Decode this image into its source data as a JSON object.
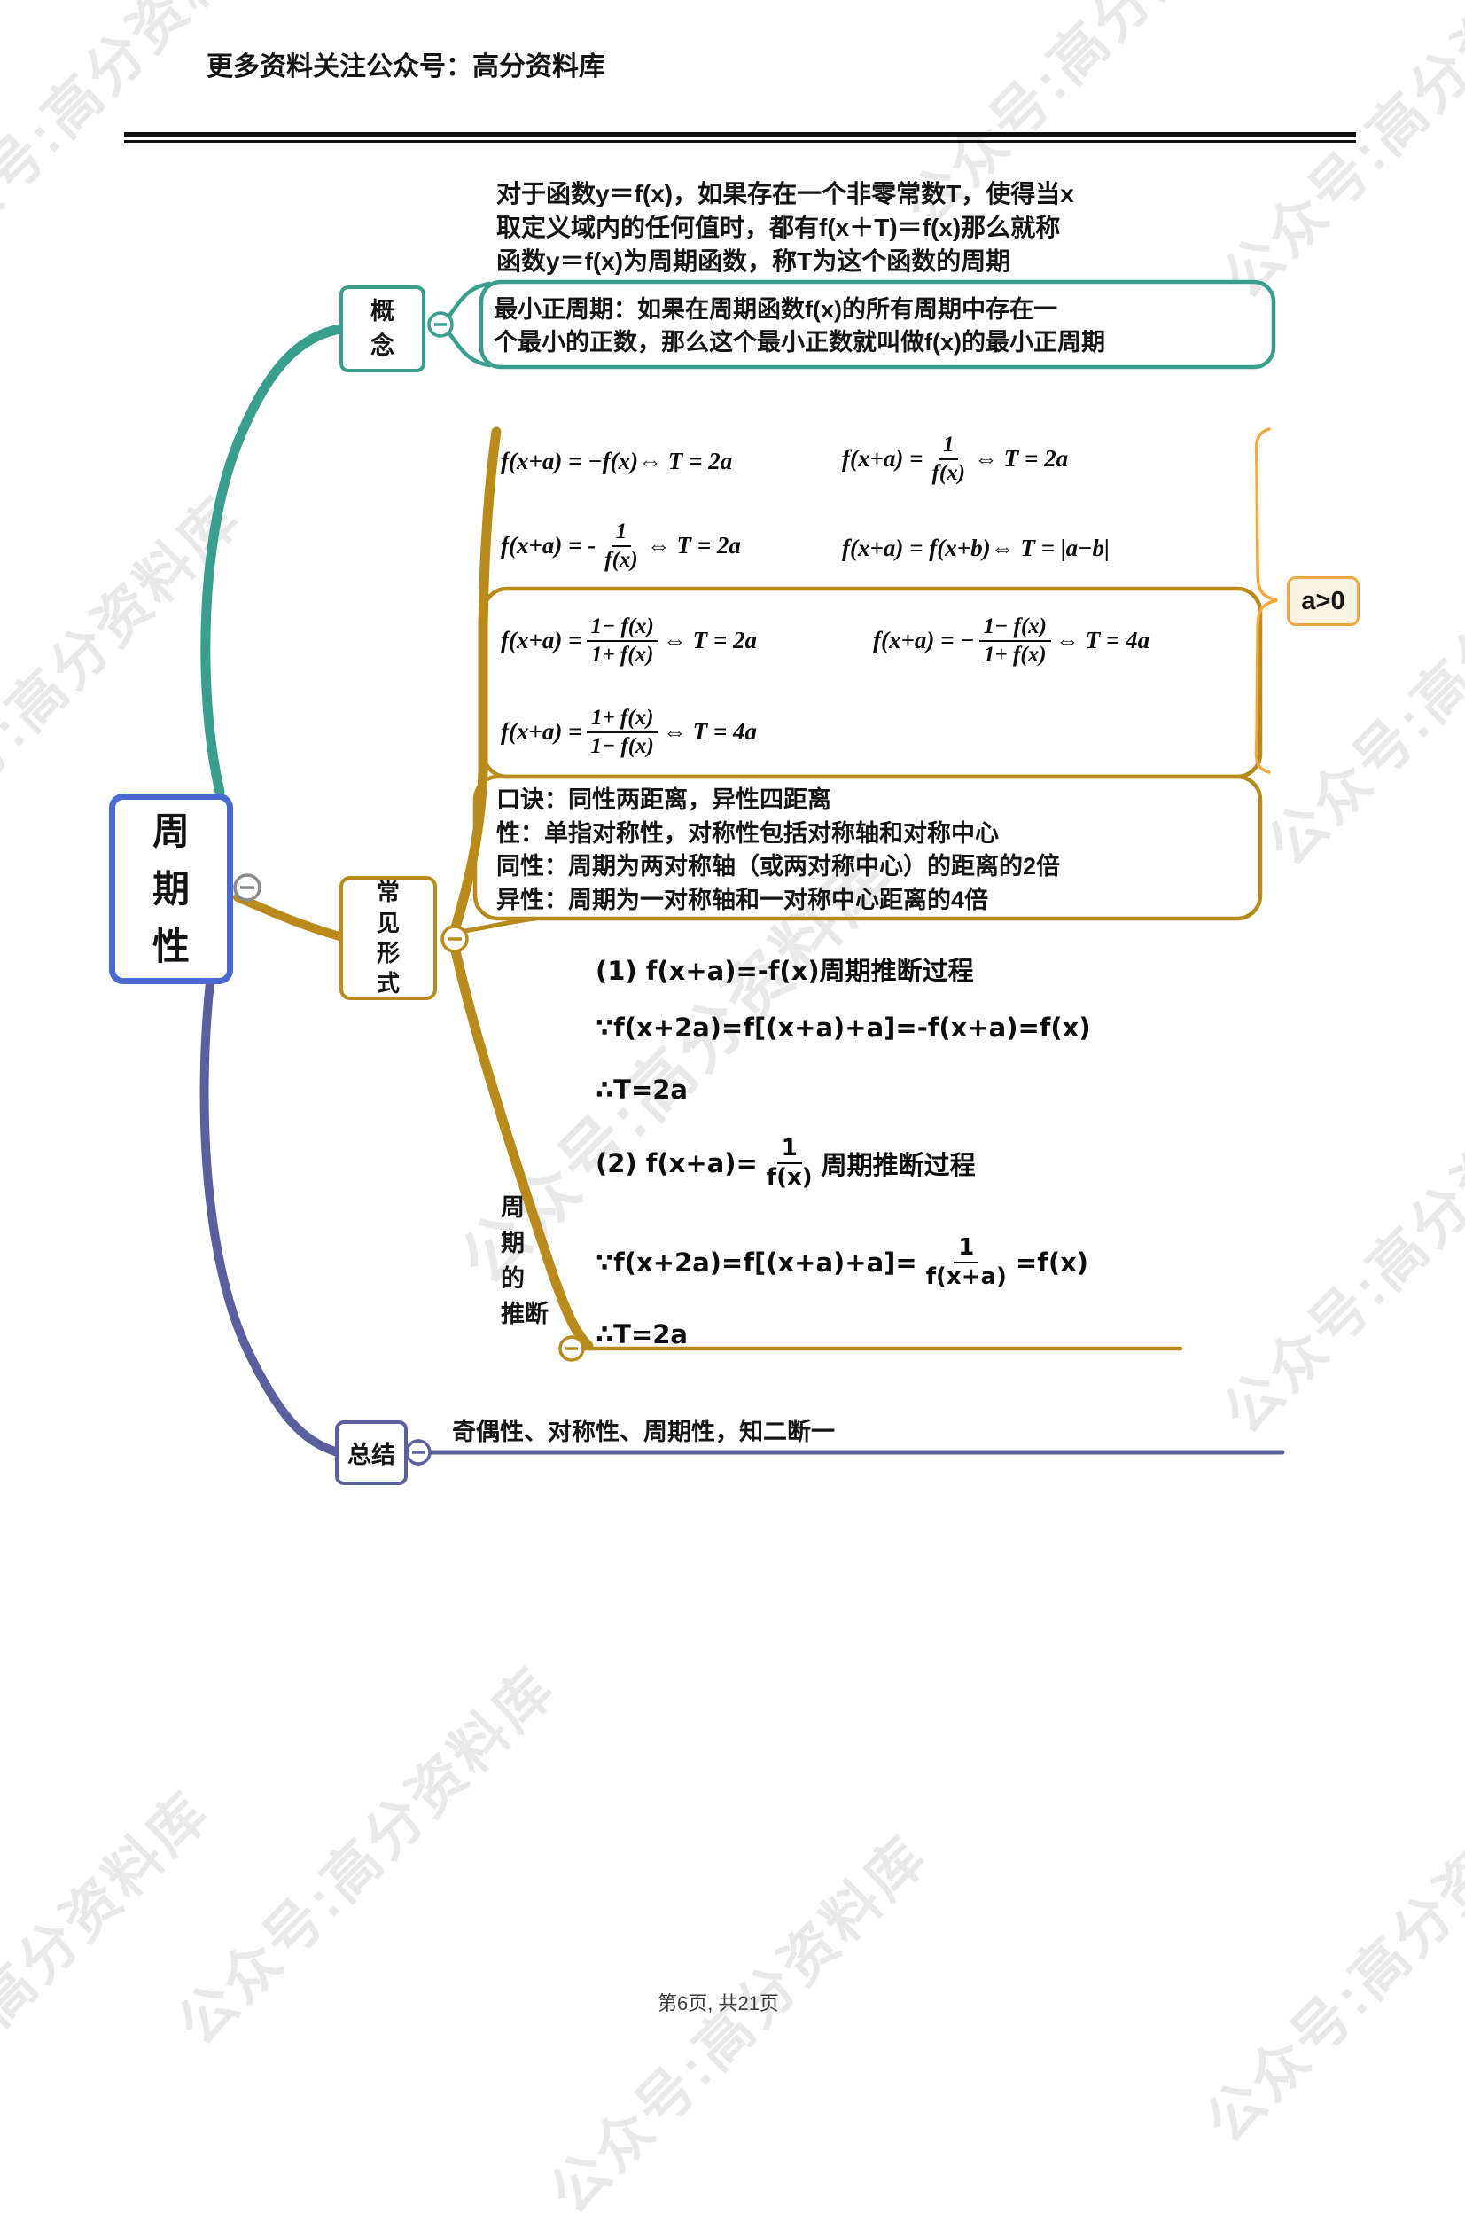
{
  "header": {
    "promo": "更多资料关注公众号：高分资料库"
  },
  "watermark": {
    "text": "公众号:高分资料库"
  },
  "footer": {
    "page_info": "第6页, 共21页"
  },
  "mindmap": {
    "root": {
      "label": "周\n期\n性"
    },
    "concept": {
      "label": "概\n念",
      "definition": [
        "对于函数y＝f(x)，如果存在一个非零常数T，使得当x",
        "取定义域内的任何值时，都有f(x＋T)＝f(x)那么就称",
        "函数y＝f(x)为周期函数，称T为这个函数的周期"
      ],
      "min_period": [
        "最小正周期：如果在周期函数f(x)的所有周期中存在一",
        "个最小的正数，那么这个最小正数就叫做f(x)的最小正周期"
      ]
    },
    "common_forms": {
      "label": "常\n见\n形\n式",
      "note": "a>0",
      "formulas": {
        "f1": {
          "pre": "f(x+a) = −f(x)",
          "post": "⇔ T = 2a"
        },
        "f2": {
          "pre": "f(x+a) =",
          "num": "1",
          "den": "f(x)",
          "post": "⇔ T = 2a"
        },
        "f3": {
          "pre": "f(x+a) = -",
          "num": "1",
          "den": "f(x)",
          "post": "⇔ T = 2a"
        },
        "f4": {
          "pre": "f(x+a) = f(x+b)",
          "post": "⇔ T = |a−b|"
        },
        "f5": {
          "pre": "f(x+a) =",
          "num": "1− f(x)",
          "den": "1+ f(x)",
          "post": "⇔ T = 2a"
        },
        "f6": {
          "pre": "f(x+a) = −",
          "num": "1− f(x)",
          "den": "1+ f(x)",
          "post": "⇔ T = 4a"
        },
        "f7": {
          "pre": "f(x+a) =",
          "num": "1+ f(x)",
          "den": "1− f(x)",
          "post": "⇔ T = 4a"
        }
      },
      "mnemonic": [
        "口诀：同性两距离，异性四距离",
        "性：单指对称性，对称性包括对称轴和对称中心",
        "同性：周期为两对称轴（或两对称中心）的距离的2倍",
        "异性：周期为一对称轴和一对称中心距离的4倍"
      ],
      "inference": {
        "label": "周\n期\n的\n推断",
        "d1_title": "(1) f(x+a)=-f(x)周期推断过程",
        "d1_proof": "∵f(x+2a)=f[(x+a)+a]=-f(x+a)=f(x)",
        "d1_result": "∴T=2a",
        "d2_title_pre": "(2) f(x+a)=",
        "d2_num": "1",
        "d2_den": "f(x)",
        "d2_title_post": "周期推断过程",
        "d2_proof_pre": "∵f(x+2a)=f[(x+a)+a]=",
        "d2_num2": "1",
        "d2_den2": "f(x+a)",
        "d2_proof_post": "=f(x)",
        "d2_result": "∴T=2a"
      }
    },
    "summary": {
      "label": "总结",
      "content": "奇偶性、对称性、周期性，知二断一"
    }
  }
}
